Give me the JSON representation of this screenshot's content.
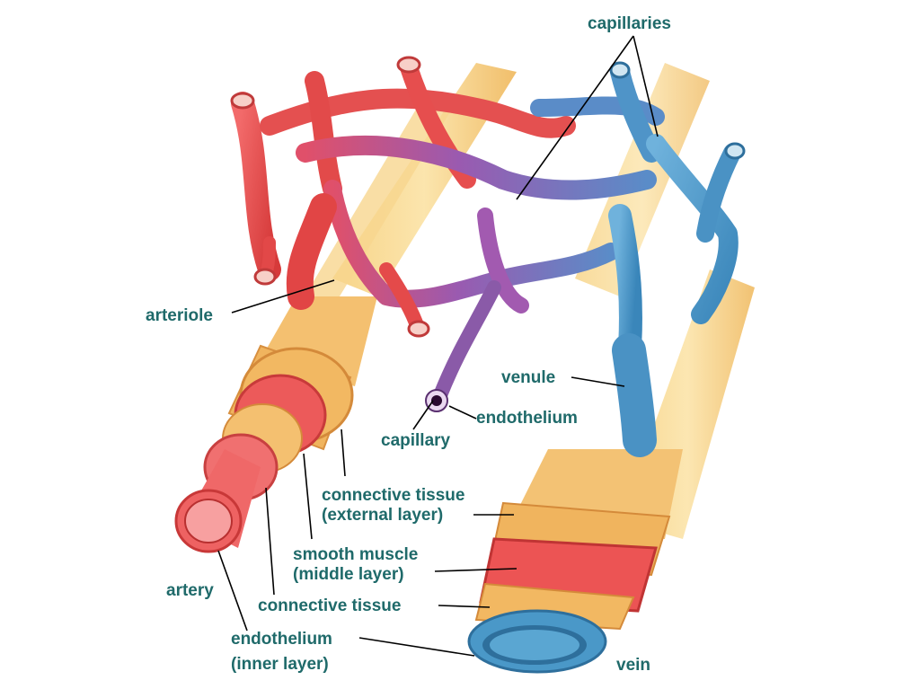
{
  "colors": {
    "label_text": "#1f6a6a",
    "artery_red": "#e84545",
    "vein_blue": "#4a98c8",
    "capillary_purple": "#8a5aa8",
    "connective_tissue": "#f2c36a"
  },
  "labels": {
    "capillaries": "capillaries",
    "arteriole": "arteriole",
    "venule": "venule",
    "endothelium_capillary": "endothelium",
    "capillary": "capillary",
    "connective_external_1": "connective tissue",
    "connective_external_2": "(external layer)",
    "smooth_muscle_1": "smooth muscle",
    "smooth_muscle_2": "(middle layer)",
    "artery": "artery",
    "connective_tissue": "connective tissue",
    "endothelium_inner_1": "endothelium",
    "endothelium_inner_2": "(inner layer)",
    "vein": "vein"
  }
}
